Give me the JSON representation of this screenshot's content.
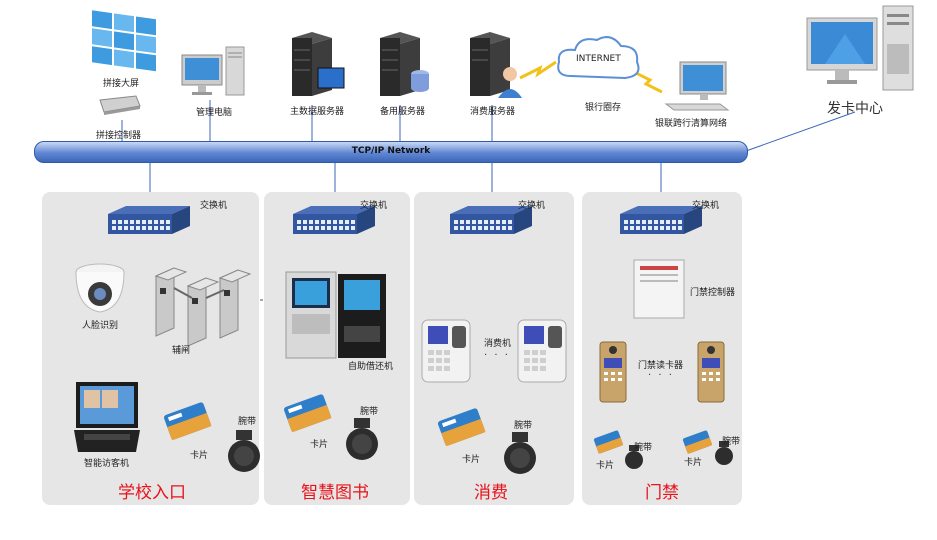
{
  "top": {
    "video_wall": "拼接大屏",
    "splicing_controller": "拼接控制器",
    "management_pc": "管理电脑",
    "main_server": "主数据服务器",
    "backup_server": "备用服务器",
    "consumption_server": "消费服务器",
    "internet": "INTERNET",
    "bank_front": "银行圈存",
    "bank_network": "银联跨行清算网络",
    "card_center": "发卡中心"
  },
  "network": {
    "label": "TCP/IP Network"
  },
  "panels": {
    "school_entry": {
      "title": "学校入口",
      "switch": "交换机",
      "face": "人脸识别",
      "gate": "辅闸",
      "visitor": "智能访客机",
      "card": "卡片",
      "fob": "腕带"
    },
    "library": {
      "title": "智慧图书",
      "switch": "交换机",
      "kiosk": "自助借还机",
      "card": "卡片",
      "fob": "腕带"
    },
    "consume": {
      "title": "消费",
      "switch": "交换机",
      "pos": "消费机",
      "dots": "· · ·",
      "card": "卡片",
      "fob": "腕带"
    },
    "access": {
      "title": "门禁",
      "switch": "交换机",
      "controller": "门禁控制器",
      "reader": "门禁读卡器",
      "dots": "· · ·",
      "card1": "卡片",
      "fob1": "腕带",
      "card2": "卡片",
      "fob2": "腕带"
    }
  }
}
